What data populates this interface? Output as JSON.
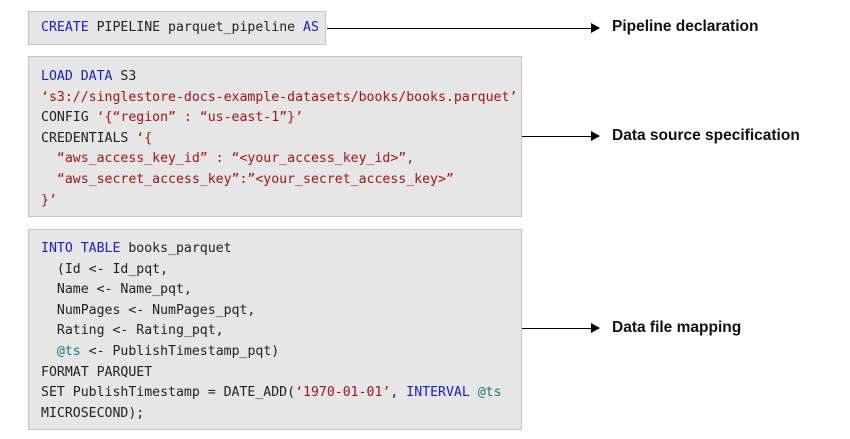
{
  "colors": {
    "keyword": "#1b22c4",
    "string": "#a31515",
    "variable": "#1f7a6e",
    "text": "#222222",
    "box_background": "#e6e6e6",
    "box_border": "#c4c4c4"
  },
  "blocks": [
    {
      "label": "Pipeline declaration",
      "lines": [
        [
          {
            "t": "CREATE",
            "c": "keyword"
          },
          {
            "t": " PIPELINE parquet_pipeline "
          },
          {
            "t": "AS",
            "c": "keyword"
          }
        ]
      ]
    },
    {
      "label": "Data source specification",
      "lines": [
        [
          {
            "t": "LOAD DATA",
            "c": "keyword"
          },
          {
            "t": " S3"
          }
        ],
        [
          {
            "t": "‘s3://singlestore-docs-example-datasets/books/books.parquet’",
            "c": "string"
          }
        ],
        [
          {
            "t": "CONFIG "
          },
          {
            "t": "‘{“region” : “us-east-1”}’",
            "c": "string"
          }
        ],
        [
          {
            "t": "CREDENTIALS "
          },
          {
            "t": "‘{",
            "c": "string"
          }
        ],
        [
          {
            "t": "  “aws_access_key_id” : “<your_access_key_id>”,",
            "c": "string"
          }
        ],
        [
          {
            "t": "  “aws_secret_access_key”:”<your_secret_access_key>”",
            "c": "string"
          }
        ],
        [
          {
            "t": "}’",
            "c": "string"
          }
        ]
      ]
    },
    {
      "label": "Data file mapping",
      "lines": [
        [
          {
            "t": "INTO TABLE",
            "c": "keyword"
          },
          {
            "t": " books_parquet"
          }
        ],
        [
          {
            "t": "  (Id <- Id_pqt,"
          }
        ],
        [
          {
            "t": "  Name <- Name_pqt,"
          }
        ],
        [
          {
            "t": "  NumPages <- NumPages_pqt,"
          }
        ],
        [
          {
            "t": "  Rating <- Rating_pqt,"
          }
        ],
        [
          {
            "t": "  "
          },
          {
            "t": "@ts",
            "c": "variable"
          },
          {
            "t": " <- PublishTimestamp_pqt)"
          }
        ],
        [
          {
            "t": "FORMAT PARQUET"
          }
        ],
        [
          {
            "t": "SET PublishTimestamp = DATE_ADD("
          },
          {
            "t": "‘1970-01-01’",
            "c": "string"
          },
          {
            "t": ", "
          },
          {
            "t": "INTERVAL",
            "c": "keyword"
          },
          {
            "t": " "
          },
          {
            "t": "@ts",
            "c": "variable"
          }
        ],
        [
          {
            "t": "MICROSECOND);"
          }
        ]
      ]
    }
  ]
}
